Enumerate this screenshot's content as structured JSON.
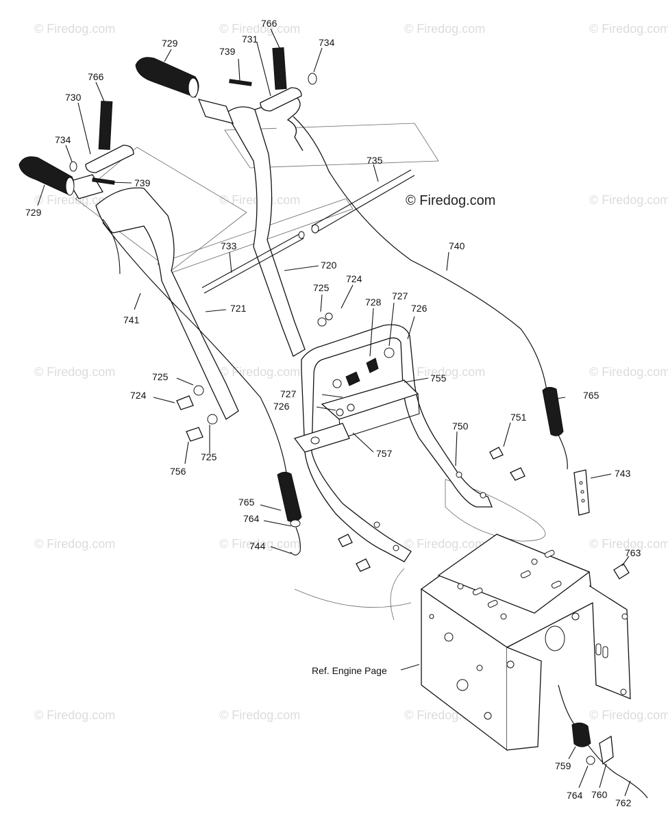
{
  "watermarks": {
    "faint": "© Firedog.com",
    "main": "© Firedog.com"
  },
  "reference_note": "Ref. Engine Page",
  "callouts": {
    "c720": "720",
    "c721": "721",
    "c724a": "724",
    "c724b": "724",
    "c725a": "725",
    "c725b": "725",
    "c725c": "725",
    "c726a": "726",
    "c726b": "726",
    "c727a": "727",
    "c727b": "727",
    "c728": "728",
    "c729a": "729",
    "c729b": "729",
    "c730": "730",
    "c731": "731",
    "c733": "733",
    "c734a": "734",
    "c734b": "734",
    "c735": "735",
    "c739a": "739",
    "c739b": "739",
    "c740": "740",
    "c741": "741",
    "c743": "743",
    "c744": "744",
    "c750": "750",
    "c751": "751",
    "c755": "755",
    "c756": "756",
    "c757": "757",
    "c759": "759",
    "c760": "760",
    "c762": "762",
    "c763": "763",
    "c764a": "764",
    "c764b": "764",
    "c765a": "765",
    "c765b": "765",
    "c766a": "766",
    "c766b": "766"
  }
}
